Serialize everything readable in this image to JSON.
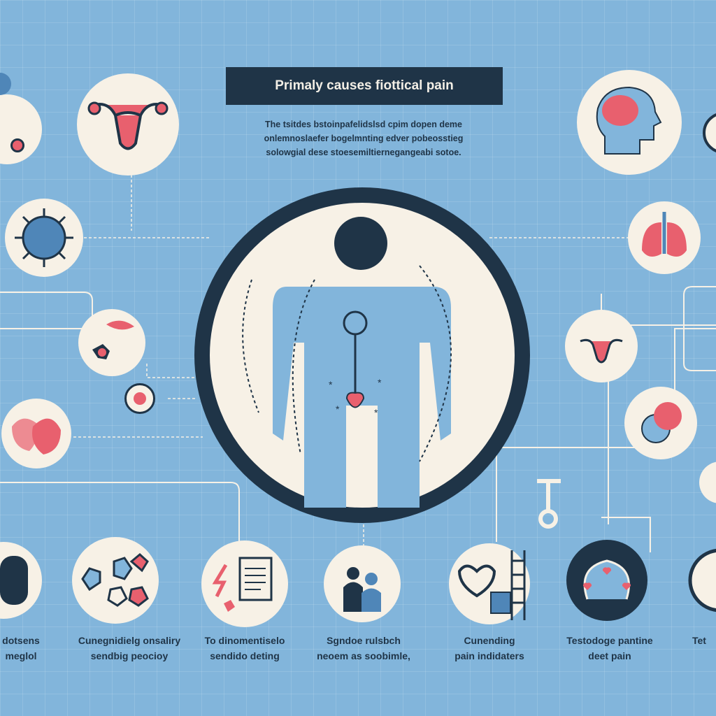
{
  "header": {
    "title": "Primaly causes fiottical pain",
    "subtitle_lines": [
      "The tsitdes bstoinpafelidslsd cpim dopen deme",
      "onlemnoslaefer bogelmnting edver pobeosstieg",
      "solowgial dese stoesemiltiernegangeabi sotoe."
    ]
  },
  "labels": [
    {
      "line1": "dotsens",
      "line2": "meglol"
    },
    {
      "line1": "Cunegnidielg onsaliry",
      "line2": "sendbig peocioy"
    },
    {
      "line1": "To dinomentiselo",
      "line2": "sendido deting"
    },
    {
      "line1": "Sgndoe rulsbch",
      "line2": "neoem as soobimle,"
    },
    {
      "line1": "Cunending",
      "line2": "pain indidaters"
    },
    {
      "line1": "Testodoge pantine",
      "line2": "deet pain"
    },
    {
      "line1": "Tet",
      "line2": ""
    }
  ],
  "colors": {
    "background": "#82b5db",
    "navy": "#1f3447",
    "cream": "#f7f1e6",
    "accent": "#e8606e",
    "blue": "#4f86b8"
  }
}
